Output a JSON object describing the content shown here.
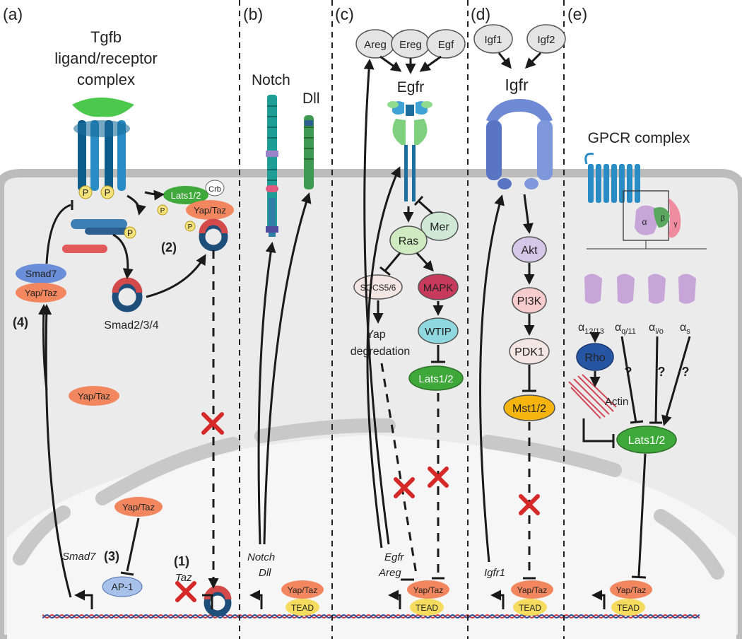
{
  "panels": {
    "a": {
      "label": "(a)",
      "title": [
        "Tgfb",
        "ligand/receptor",
        "complex"
      ],
      "p": "P",
      "lats": "Lats1/2",
      "crb": "Crb",
      "yaptaz": "Yap/Taz",
      "smad234": "Smad2/3/4",
      "smad7": "Smad7",
      "step1": "(1)",
      "step2": "(2)",
      "step3": "(3)",
      "step4": "(4)",
      "ap1": "AP-1",
      "gene_smad7": "Smad7",
      "gene_taz": "Taz"
    },
    "b": {
      "label": "(b)",
      "notch": "Notch",
      "dll": "Dll",
      "gene_notch": "Notch",
      "gene_dll": "Dll",
      "yaptaz": "Yap/Taz",
      "tead": "TEAD"
    },
    "c": {
      "label": "(c)",
      "ligands": [
        "Areg",
        "Ereg",
        "Egf"
      ],
      "egfr": "Egfr",
      "mer": "Mer",
      "ras": "Ras",
      "socs": "SOCS5/6",
      "mapk": "MAPK",
      "wtip": "WTIP",
      "lats": "Lats1/2",
      "yapdeg": [
        "Yap",
        "degredation"
      ],
      "gene_egfr": "Egfr",
      "gene_areg": "Areg",
      "yaptaz": "Yap/Taz",
      "tead": "TEAD"
    },
    "d": {
      "label": "(d)",
      "ligands": [
        "Igf1",
        "Igf2"
      ],
      "igfr": "Igfr",
      "akt": "Akt",
      "pi3k": "PI3K",
      "pdk1": "PDK1",
      "mst": "Mst1/2",
      "gene_igfr1": "Igfr1",
      "yaptaz": "Yap/Taz",
      "tead": "TEAD"
    },
    "e": {
      "label": "(e)",
      "title": "GPCR complex",
      "alpha": "α",
      "beta": "β",
      "gamma": "γ",
      "a1213": "α",
      "a1213_sub": "12/13",
      "aq11": "α",
      "aq11_sub": "q/11",
      "aio": "α",
      "aio_sub": "i/o",
      "as": "α",
      "as_sub": "s",
      "rho": "Rho",
      "actin": "Actin",
      "q": "?",
      "lats": "Lats1/2",
      "yaptaz": "Yap/Taz",
      "tead": "TEAD"
    }
  },
  "colors": {
    "cell": "#ebebeb",
    "nucleus": "#f7f7f7",
    "membrane": "#bfbfbf",
    "yap": "#f2875f",
    "tead": "#f5dc5e",
    "lats": "#3fa83a",
    "inhibit_x": "#d62828"
  }
}
